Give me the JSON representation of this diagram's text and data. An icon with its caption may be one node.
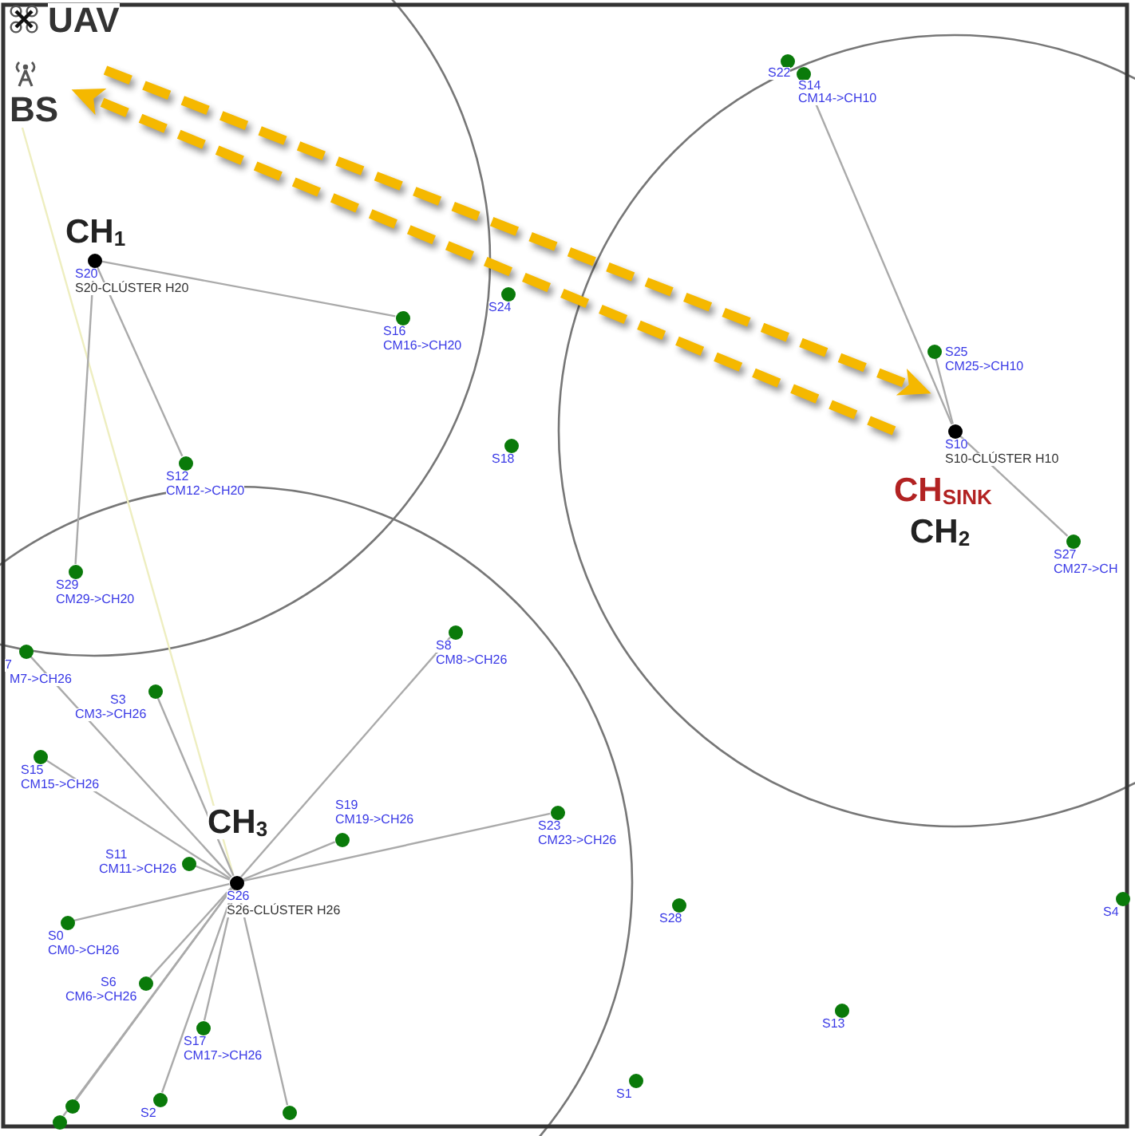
{
  "diagram": {
    "nodes": [
      {
        "text": [
          "UAV"
        ]
      },
      {
        "text": [
          "BS"
        ]
      },
      {
        "text": [
          "CH$_{1}$",
          "S20",
          "S20-CLÚSTER H20"
        ]
      },
      {
        "text": [
          "S16",
          "CM16->CH20"
        ]
      },
      {
        "text": [
          "S24"
        ]
      },
      {
        "text": [
          "S12",
          "CM12->CH20"
        ]
      },
      {
        "text": [
          "S18"
        ]
      },
      {
        "text": [
          "S29",
          "CM29->CH20"
        ]
      },
      {
        "text": [
          "S22"
        ]
      },
      {
        "text": [
          "S14",
          "CM14->CH10"
        ]
      },
      {
        "text": [
          "S25",
          "CM25->CH10"
        ]
      },
      {
        "text": [
          "S10",
          "S10-CLÚSTER H10",
          "CH$_{SINK}$",
          "CH$_{2}$"
        ]
      },
      {
        "text": [
          "S27",
          "CM27->CH"
        ]
      },
      {
        "text": [
          "7",
          "M7->CH26"
        ]
      },
      {
        "text": [
          "S8",
          "CM8->CH26"
        ]
      },
      {
        "text": [
          "S3",
          "CM3->CH26"
        ]
      },
      {
        "text": [
          "S15",
          "CM15->CH26"
        ]
      },
      {
        "text": [
          "S23",
          "CM23->CH26"
        ]
      },
      {
        "text": [
          "S19",
          "CM19->CH26"
        ]
      },
      {
        "text": [
          "S11",
          "CM11->CH26"
        ]
      },
      {
        "text": [
          "CH$_{3}$",
          "S26",
          "S26-CLÚSTER H26"
        ]
      },
      {
        "text": [
          "S28"
        ]
      },
      {
        "text": [
          "S0",
          "CM0->CH26"
        ]
      },
      {
        "text": [
          "S6",
          "CM6->CH26"
        ]
      },
      {
        "text": [
          "S17",
          "CM17->CH26"
        ]
      },
      {
        "text": [
          "S13"
        ]
      },
      {
        "text": [
          "S4"
        ]
      },
      {
        "text": [
          "S1"
        ]
      },
      {
        "text": [
          "S2"
        ]
      },
      {
        "text": [],
        "shape": "circle"
      },
      {
        "text": [],
        "shape": "circle"
      },
      {
        "text": [],
        "shape": "circle"
      }
    ],
    "edges": [
      {
        "from": 0,
        "to": 11,
        "arrow": "to",
        "style": "dashed",
        "color": "#f5b800"
      },
      {
        "from": 11,
        "to": 1,
        "arrow": "to",
        "style": "dashed",
        "color": "#f5b800"
      },
      {
        "from": 1,
        "to": 20,
        "arrow": "none",
        "color": "#eeeec0"
      },
      {
        "from": 2,
        "to": 3,
        "arrow": "none"
      },
      {
        "from": 2,
        "to": 5,
        "arrow": "none"
      },
      {
        "from": 2,
        "to": 7,
        "arrow": "none"
      },
      {
        "from": 11,
        "to": 9,
        "arrow": "none"
      },
      {
        "from": 11,
        "to": 10,
        "arrow": "none"
      },
      {
        "from": 11,
        "to": 12,
        "arrow": "none"
      },
      {
        "from": 20,
        "to": 13,
        "arrow": "none"
      },
      {
        "from": 20,
        "to": 14,
        "arrow": "none"
      },
      {
        "from": 20,
        "to": 15,
        "arrow": "none"
      },
      {
        "from": 20,
        "to": 16,
        "arrow": "none"
      },
      {
        "from": 20,
        "to": 17,
        "arrow": "none"
      },
      {
        "from": 20,
        "to": 18,
        "arrow": "none"
      },
      {
        "from": 20,
        "to": 19,
        "arrow": "none"
      },
      {
        "from": 20,
        "to": 22,
        "arrow": "none"
      },
      {
        "from": 20,
        "to": 23,
        "arrow": "none"
      },
      {
        "from": 20,
        "to": 24,
        "arrow": "none"
      },
      {
        "from": 20,
        "to": 28,
        "arrow": "none"
      },
      {
        "from": 20,
        "to": 29,
        "arrow": "none"
      },
      {
        "from": 20,
        "to": 30,
        "arrow": "none"
      },
      {
        "from": 20,
        "to": 31,
        "arrow": "none"
      }
    ]
  }
}
